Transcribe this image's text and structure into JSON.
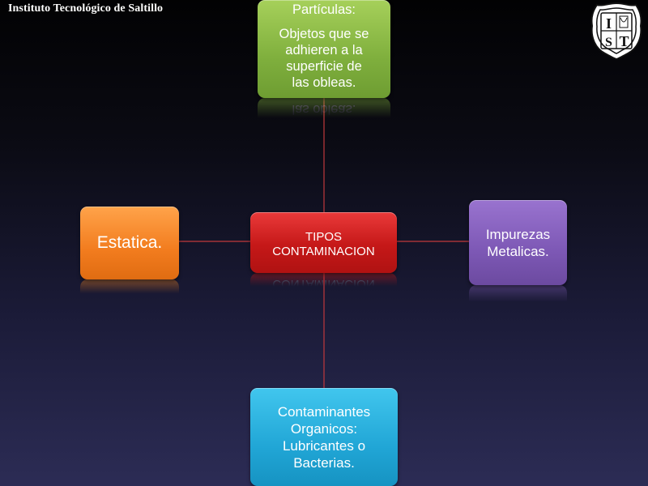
{
  "header": {
    "institution": "Instituto Tecnológico de Saltillo",
    "logo_letters": [
      "I",
      "T",
      "S"
    ]
  },
  "colors": {
    "background_top": "#020203",
    "background_bottom": "#2c2c55",
    "connector": "#c0393c",
    "particulas": "#8cbd44",
    "center": "#d21f1f",
    "estatica": "#f58a2a",
    "impurezas": "#8463bb",
    "contaminantes": "#2db2df"
  },
  "diagram": {
    "center": {
      "lines": [
        "TIPOS",
        "CONTAMINACION"
      ]
    },
    "top": {
      "title": "Partículas:",
      "lines": [
        "Objetos que se",
        "adhieren a la",
        "superficie de",
        "las obleas."
      ]
    },
    "left": {
      "lines": [
        "Estatica."
      ]
    },
    "right": {
      "lines": [
        "Impurezas",
        "Metalicas."
      ]
    },
    "bottom": {
      "lines": [
        "Contaminantes",
        "Organicos:",
        "Lubricantes o",
        "Bacterias."
      ]
    }
  }
}
